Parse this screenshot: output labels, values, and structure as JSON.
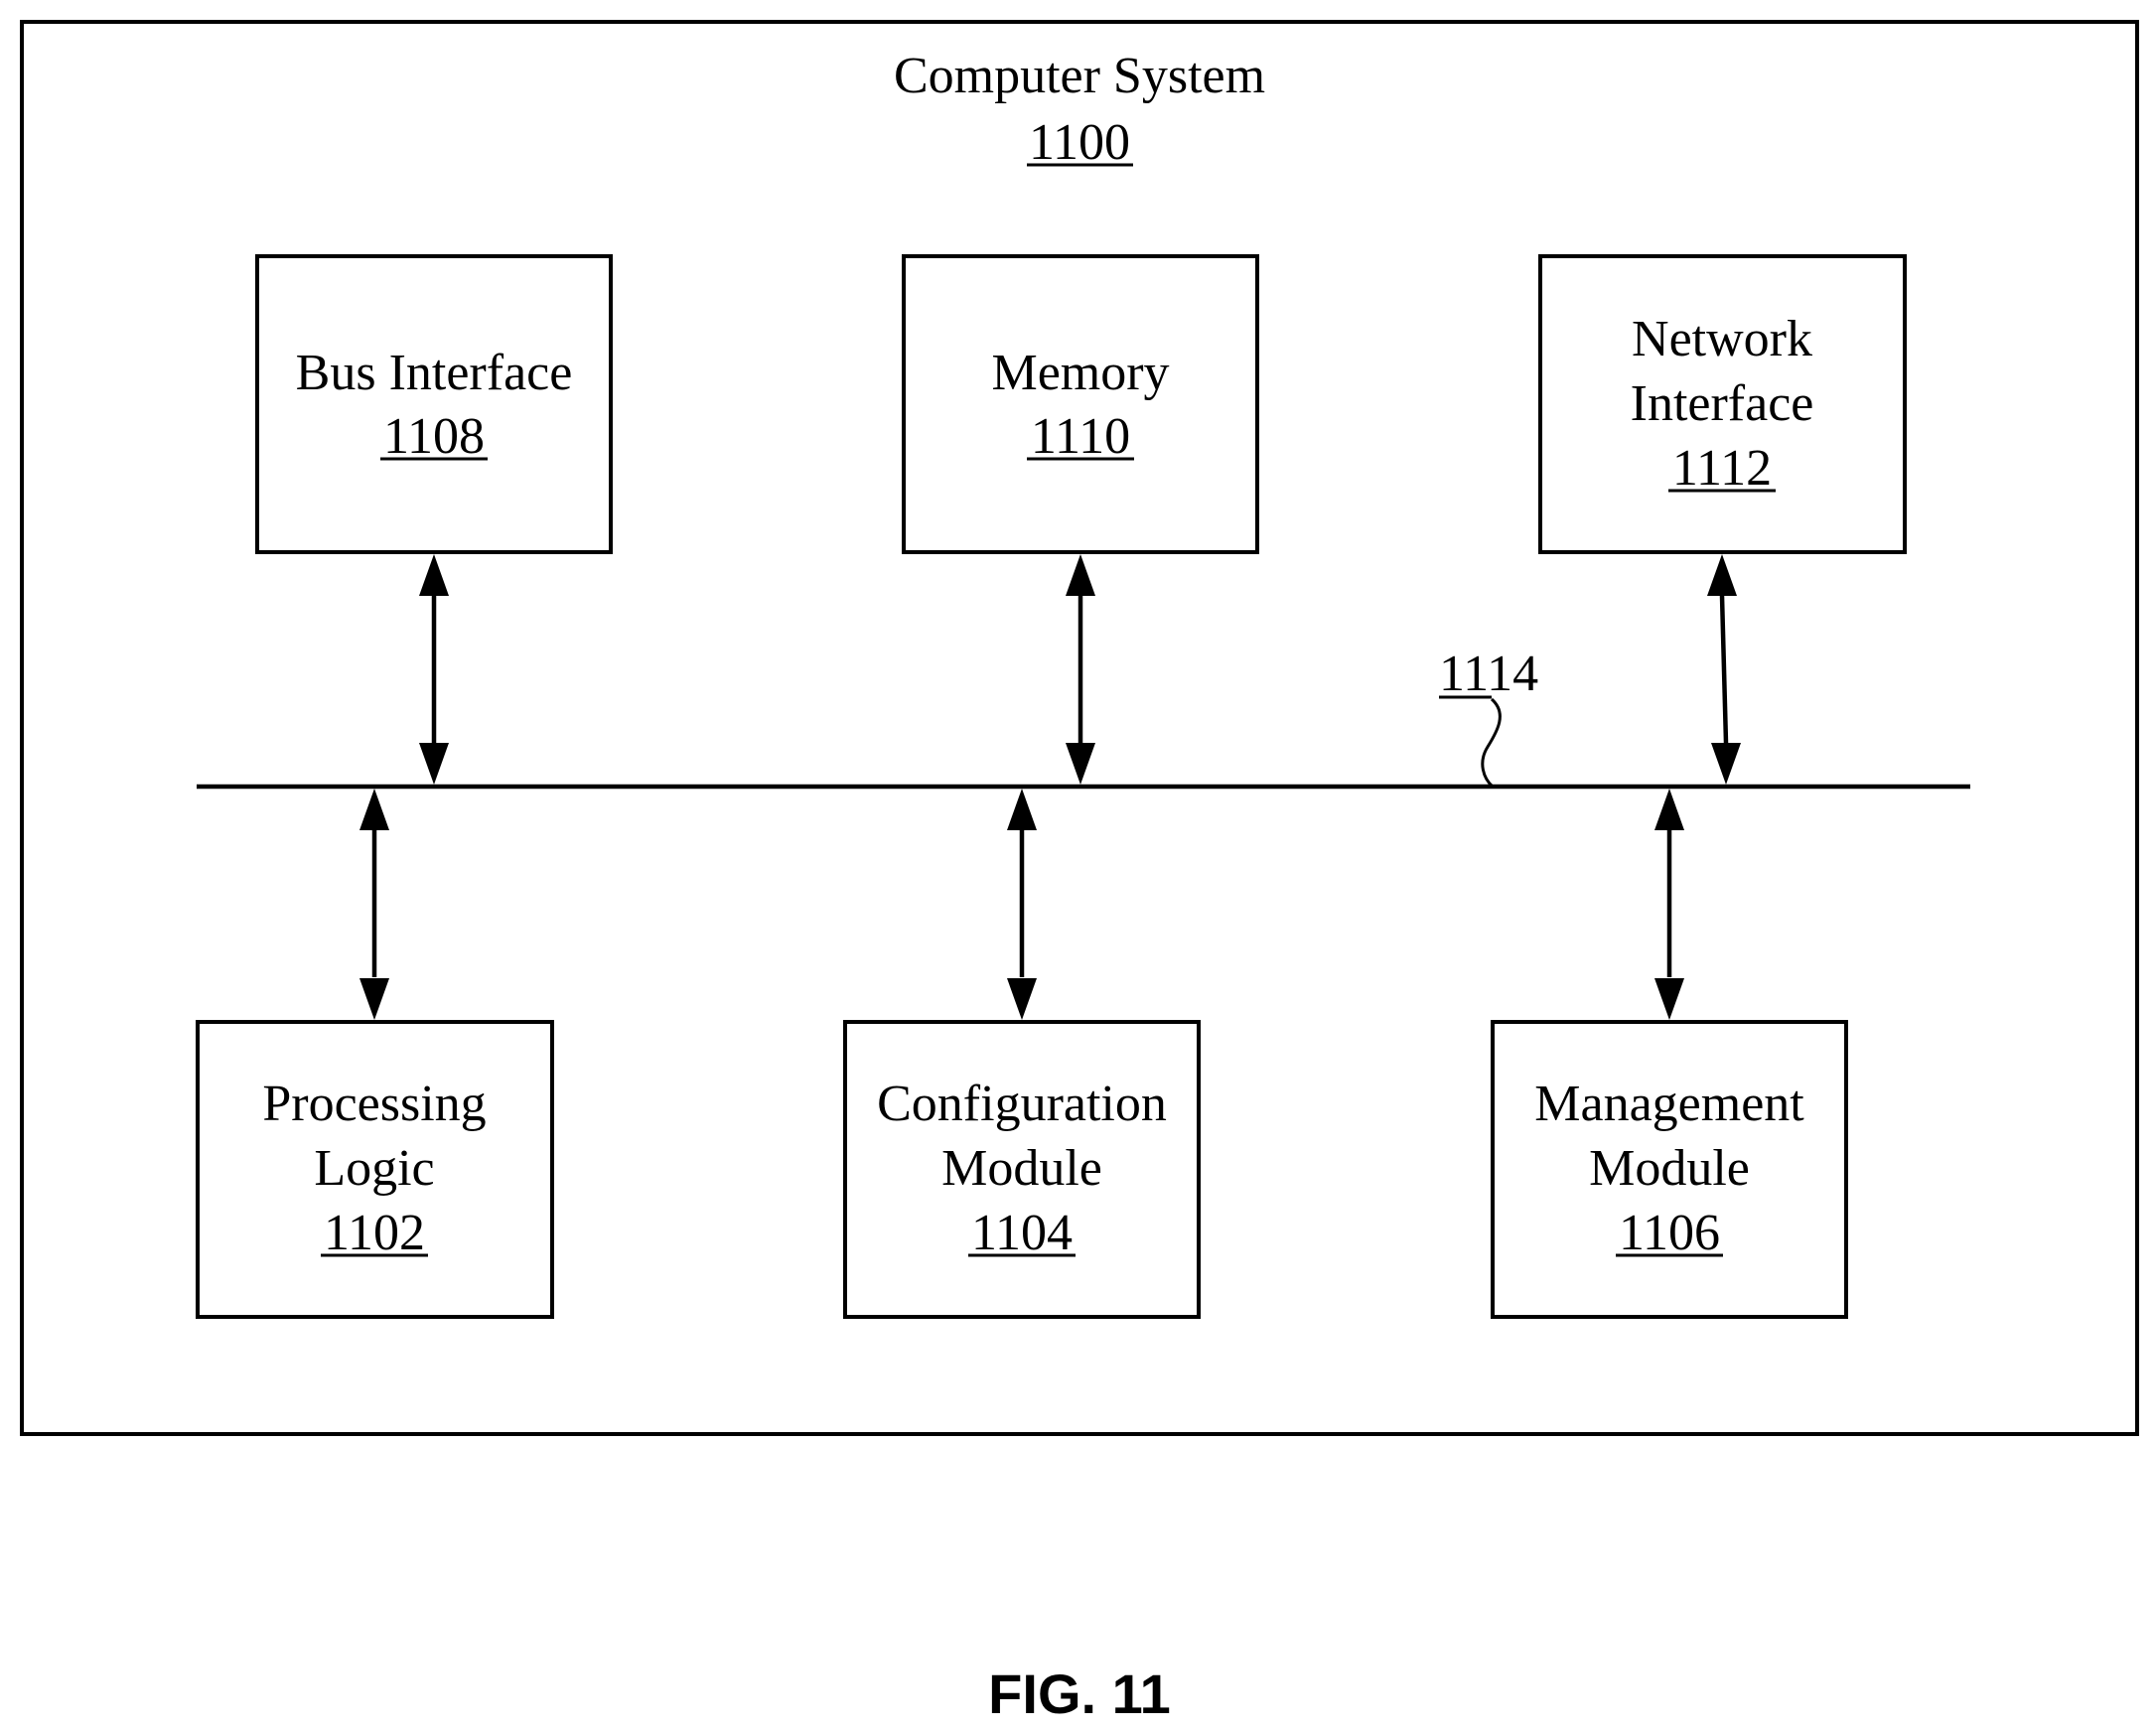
{
  "system": {
    "title": "Computer System",
    "ref": "1100"
  },
  "bus": {
    "ref_underlined": "11",
    "ref_rest": "14"
  },
  "components": {
    "bus_interface": {
      "lines": [
        "Bus Interface"
      ],
      "ref": "1108"
    },
    "memory": {
      "lines": [
        "Memory"
      ],
      "ref": "1110"
    },
    "network_interface": {
      "lines": [
        "Network",
        "Interface"
      ],
      "ref": "1112"
    },
    "processing_logic": {
      "lines": [
        "Processing",
        "Logic"
      ],
      "ref": "1102"
    },
    "configuration_module": {
      "lines": [
        "Configuration",
        "Module"
      ],
      "ref": "1104"
    },
    "management_module": {
      "lines": [
        "Management",
        "Module"
      ],
      "ref": "1106"
    }
  },
  "figure_label": "FIG. 11"
}
